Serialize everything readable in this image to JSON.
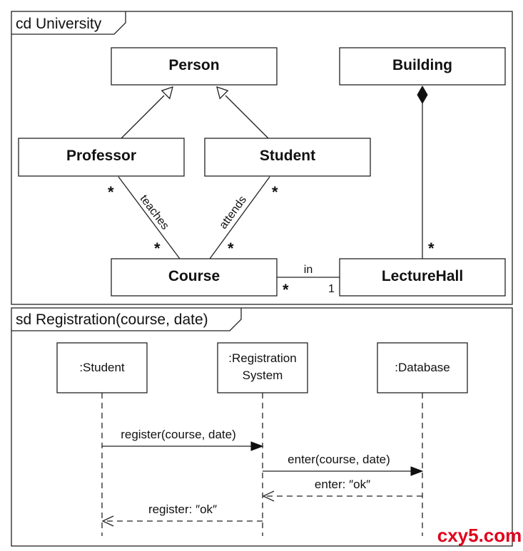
{
  "class_diagram": {
    "frame_title": "cd University",
    "classes": {
      "person": "Person",
      "building": "Building",
      "professor": "Professor",
      "student": "Student",
      "course": "Course",
      "lecturehall": "LectureHall"
    },
    "associations": {
      "teaches": {
        "label": "teaches",
        "end_professor": "*",
        "end_course": "*"
      },
      "attends": {
        "label": "attends",
        "end_student": "*",
        "end_course": "*"
      },
      "in": {
        "label": "in",
        "end_course": "*",
        "end_lecturehall": "1"
      },
      "composition": {
        "end_lecturehall": "*"
      }
    }
  },
  "sequence_diagram": {
    "frame_title": "sd Registration(course, date)",
    "lifelines": {
      "student": ":Student",
      "registration_line1": ":Registration",
      "registration_line2": "System",
      "database": ":Database"
    },
    "messages": {
      "register": "register(course, date)",
      "enter": "enter(course, date)",
      "enter_reply": "enter: ″ok″",
      "register_reply": "register: ″ok″"
    }
  },
  "watermark": "cxy5.com"
}
